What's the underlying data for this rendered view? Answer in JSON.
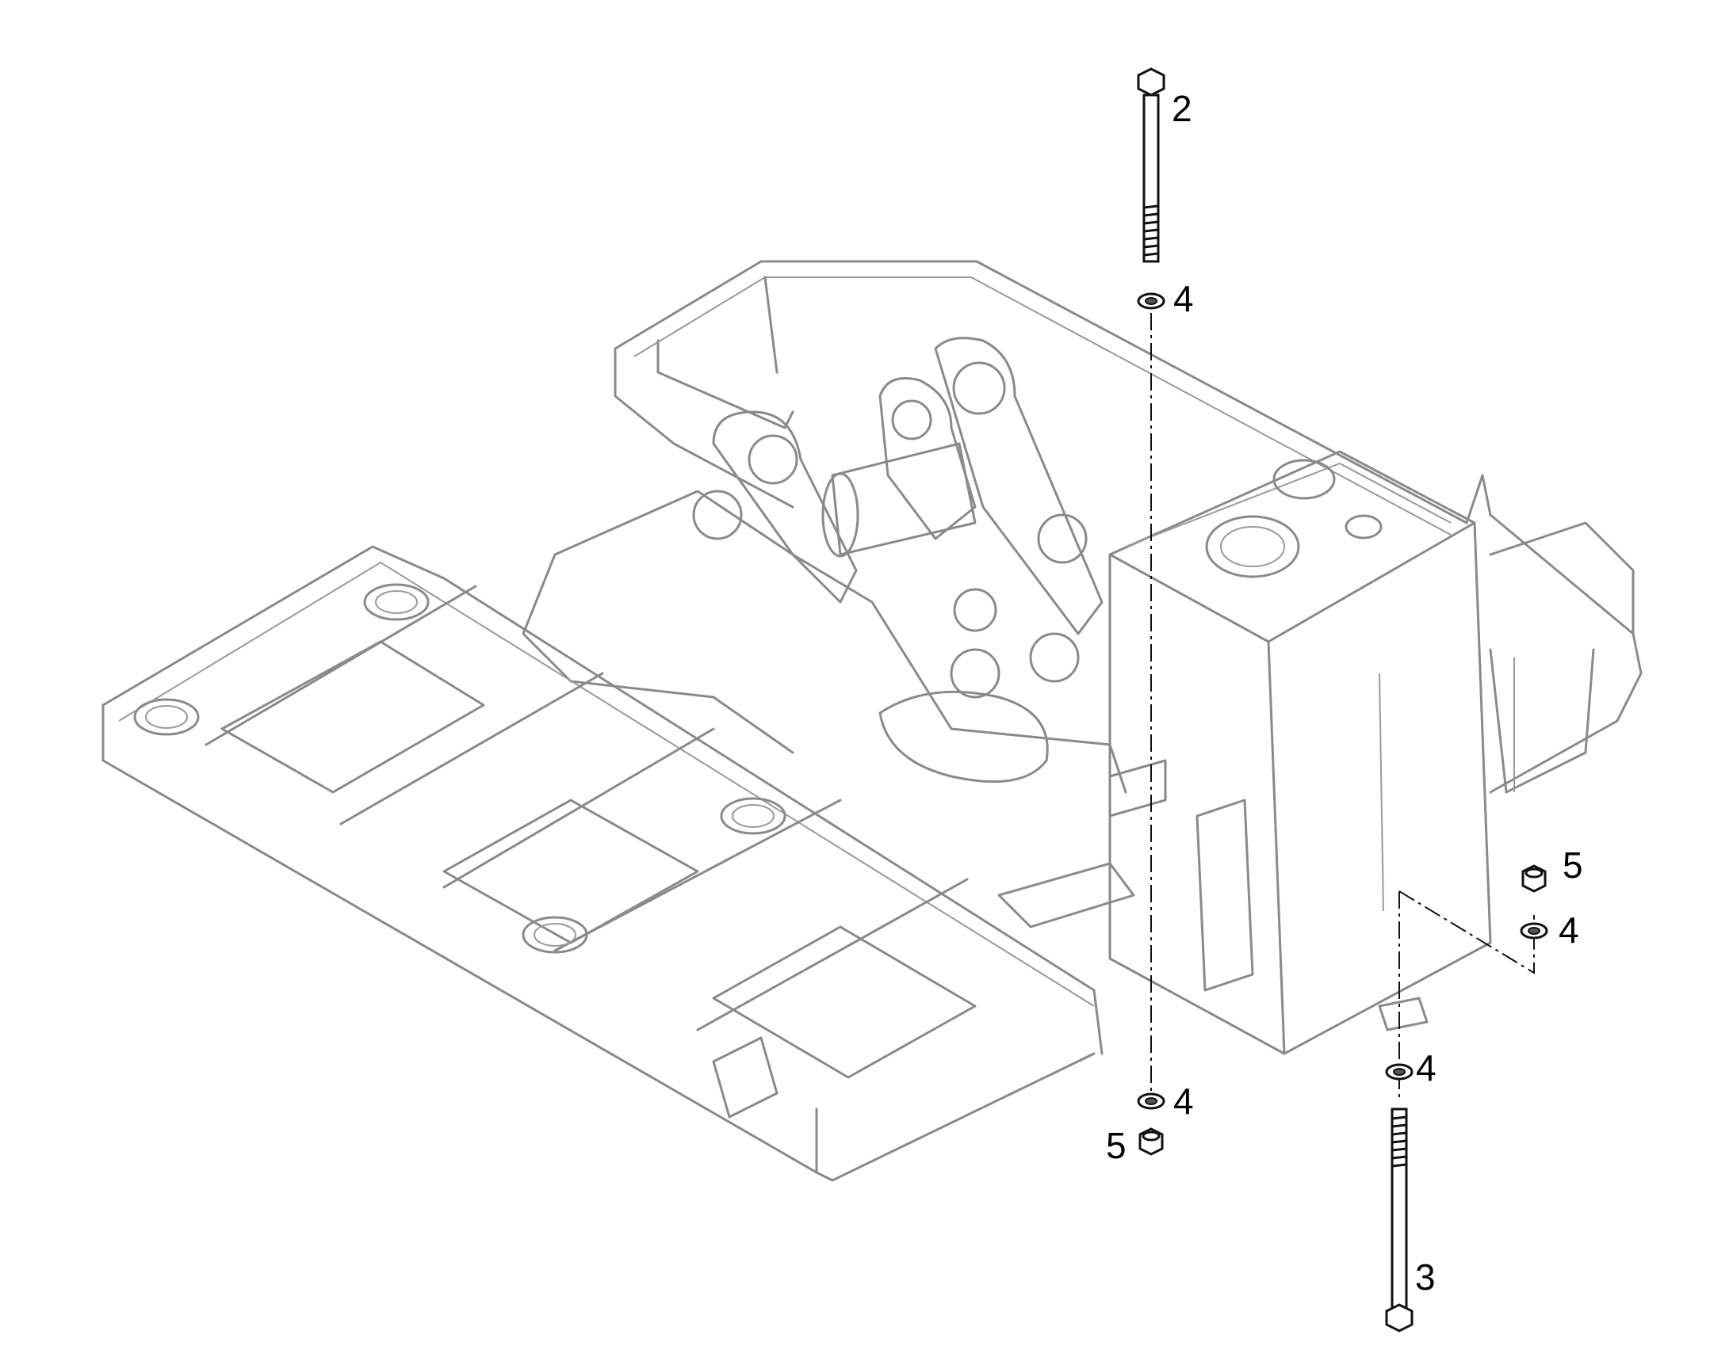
{
  "callouts": {
    "c2": "2",
    "c4a": "4",
    "c4b": "4",
    "c4c": "4",
    "c4d": "4",
    "c5a": "5",
    "c5b": "5",
    "c3": "3"
  }
}
